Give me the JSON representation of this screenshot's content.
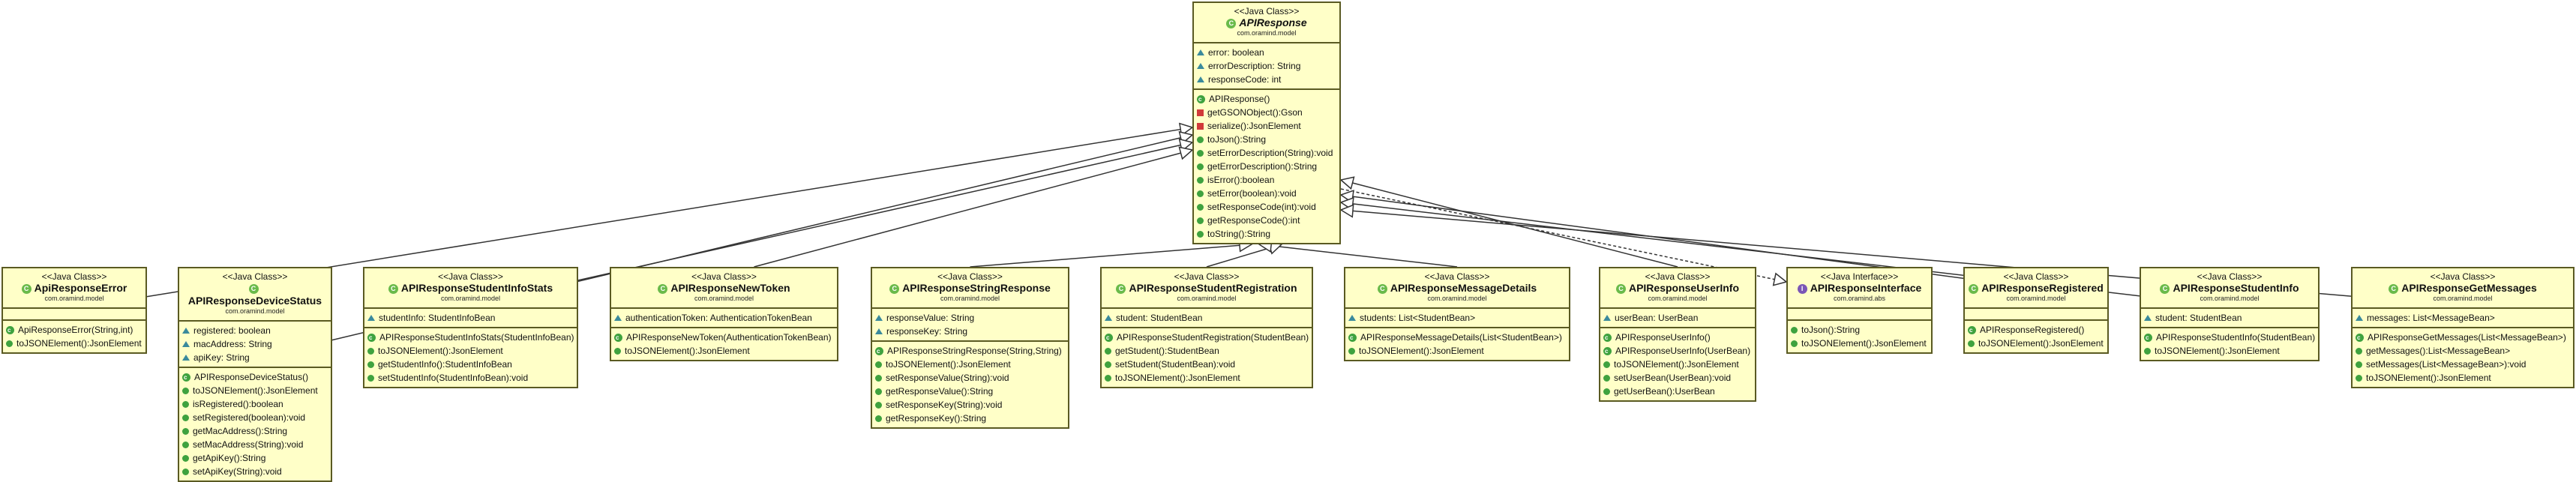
{
  "classes": {
    "apiresponse": {
      "stereotype": "<<Java Class>>",
      "name": "APIResponse",
      "italic": true,
      "kind": "class",
      "package": "com.oramind.model",
      "fields": [
        {
          "vis": "pkg",
          "text": "error: boolean"
        },
        {
          "vis": "pkg",
          "text": "errorDescription: String"
        },
        {
          "vis": "pkg",
          "text": "responseCode: int"
        }
      ],
      "methods": [
        {
          "vis": "ctor",
          "text": "APIResponse()"
        },
        {
          "vis": "priv",
          "text": "getGSONObject():Gson"
        },
        {
          "vis": "priv",
          "text": "serialize():JsonElement"
        },
        {
          "vis": "pub",
          "text": "toJson():String"
        },
        {
          "vis": "pub",
          "text": "setErrorDescription(String):void"
        },
        {
          "vis": "pub",
          "text": "getErrorDescription():String"
        },
        {
          "vis": "pub",
          "text": "isError():boolean"
        },
        {
          "vis": "pub",
          "text": "setError(boolean):void"
        },
        {
          "vis": "pub",
          "text": "setResponseCode(int):void"
        },
        {
          "vis": "pub",
          "text": "getResponseCode():int"
        },
        {
          "vis": "pub",
          "text": "toString():String"
        }
      ]
    },
    "apiresponseerror": {
      "stereotype": "<<Java Class>>",
      "name": "ApiResponseError",
      "italic": false,
      "kind": "class",
      "package": "com.oramind.model",
      "fields": [],
      "methods": [
        {
          "vis": "ctor",
          "text": "ApiResponseError(String,int)"
        },
        {
          "vis": "pub",
          "text": "toJSONElement():JsonElement"
        }
      ]
    },
    "apiresponsedevicestatus": {
      "stereotype": "<<Java Class>>",
      "name": "APIResponseDeviceStatus",
      "italic": false,
      "kind": "class",
      "package": "com.oramind.model",
      "fields": [
        {
          "vis": "pkg",
          "text": "registered: boolean"
        },
        {
          "vis": "pkg",
          "text": "macAddress: String"
        },
        {
          "vis": "pkg",
          "text": "apiKey: String"
        }
      ],
      "methods": [
        {
          "vis": "ctor",
          "text": "APIResponseDeviceStatus()"
        },
        {
          "vis": "pub",
          "text": "toJSONElement():JsonElement"
        },
        {
          "vis": "pub",
          "text": "isRegistered():boolean"
        },
        {
          "vis": "pub",
          "text": "setRegistered(boolean):void"
        },
        {
          "vis": "pub",
          "text": "getMacAddress():String"
        },
        {
          "vis": "pub",
          "text": "setMacAddress(String):void"
        },
        {
          "vis": "pub",
          "text": "getApiKey():String"
        },
        {
          "vis": "pub",
          "text": "setApiKey(String):void"
        }
      ]
    },
    "apiresponsestudentinfostats": {
      "stereotype": "<<Java Class>>",
      "name": "APIResponseStudentInfoStats",
      "italic": false,
      "kind": "class",
      "package": "com.oramind.model",
      "fields": [
        {
          "vis": "pkg",
          "text": "studentInfo: StudentInfoBean"
        }
      ],
      "methods": [
        {
          "vis": "ctor",
          "text": "APIResponseStudentInfoStats(StudentInfoBean)"
        },
        {
          "vis": "pub",
          "text": "toJSONElement():JsonElement"
        },
        {
          "vis": "pub",
          "text": "getStudentInfo():StudentInfoBean"
        },
        {
          "vis": "pub",
          "text": "setStudentInfo(StudentInfoBean):void"
        }
      ]
    },
    "apiresponsenewtoken": {
      "stereotype": "<<Java Class>>",
      "name": "APIResponseNewToken",
      "italic": false,
      "kind": "class",
      "package": "com.oramind.model",
      "fields": [
        {
          "vis": "pkg",
          "text": "authenticationToken: AuthenticationTokenBean"
        }
      ],
      "methods": [
        {
          "vis": "ctor",
          "text": "APIResponseNewToken(AuthenticationTokenBean)"
        },
        {
          "vis": "pub",
          "text": "toJSONElement():JsonElement"
        }
      ]
    },
    "apiresponsestringresponse": {
      "stereotype": "<<Java Class>>",
      "name": "APIResponseStringResponse",
      "italic": false,
      "kind": "class",
      "package": "com.oramind.model",
      "fields": [
        {
          "vis": "pkg",
          "text": "responseValue: String"
        },
        {
          "vis": "pkg",
          "text": "responseKey: String"
        }
      ],
      "methods": [
        {
          "vis": "ctor",
          "text": "APIResponseStringResponse(String,String)"
        },
        {
          "vis": "pub",
          "text": "toJSONElement():JsonElement"
        },
        {
          "vis": "pub",
          "text": "setResponseValue(String):void"
        },
        {
          "vis": "pub",
          "text": "getResponseValue():String"
        },
        {
          "vis": "pub",
          "text": "setResponseKey(String):void"
        },
        {
          "vis": "pub",
          "text": "getResponseKey():String"
        }
      ]
    },
    "apiresponsestudentregistration": {
      "stereotype": "<<Java Class>>",
      "name": "APIResponseStudentRegistration",
      "italic": false,
      "kind": "class",
      "package": "com.oramind.model",
      "fields": [
        {
          "vis": "pkg",
          "text": "student: StudentBean"
        }
      ],
      "methods": [
        {
          "vis": "ctor",
          "text": "APIResponseStudentRegistration(StudentBean)"
        },
        {
          "vis": "pub",
          "text": "getStudent():StudentBean"
        },
        {
          "vis": "pub",
          "text": "setStudent(StudentBean):void"
        },
        {
          "vis": "pub",
          "text": "toJSONElement():JsonElement"
        }
      ]
    },
    "apiresponsemessagedetails": {
      "stereotype": "<<Java Class>>",
      "name": "APIResponseMessageDetails",
      "italic": false,
      "kind": "class",
      "package": "com.oramind.model",
      "fields": [
        {
          "vis": "pkg",
          "text": "students: List<StudentBean>"
        }
      ],
      "methods": [
        {
          "vis": "ctor",
          "text": "APIResponseMessageDetails(List<StudentBean>)"
        },
        {
          "vis": "pub",
          "text": "toJSONElement():JsonElement"
        }
      ]
    },
    "apiresponseuserinfo": {
      "stereotype": "<<Java Class>>",
      "name": "APIResponseUserInfo",
      "italic": false,
      "kind": "class",
      "package": "com.oramind.model",
      "fields": [
        {
          "vis": "pkg",
          "text": "userBean: UserBean"
        }
      ],
      "methods": [
        {
          "vis": "ctor",
          "text": "APIResponseUserInfo()"
        },
        {
          "vis": "ctor",
          "text": "APIResponseUserInfo(UserBean)"
        },
        {
          "vis": "pub",
          "text": "toJSONElement():JsonElement"
        },
        {
          "vis": "pub",
          "text": "setUserBean(UserBean):void"
        },
        {
          "vis": "pub",
          "text": "getUserBean():UserBean"
        }
      ]
    },
    "apiresponseinterface": {
      "stereotype": "<<Java Interface>>",
      "name": "APIResponseInterface",
      "italic": false,
      "kind": "interface",
      "package": "com.oramind.abs",
      "fields": [],
      "methods": [
        {
          "vis": "pub",
          "text": "toJson():String"
        },
        {
          "vis": "pub",
          "text": "toJSONElement():JsonElement"
        }
      ]
    },
    "apiresponseregistered": {
      "stereotype": "<<Java Class>>",
      "name": "APIResponseRegistered",
      "italic": false,
      "kind": "class",
      "package": "com.oramind.model",
      "fields": [],
      "methods": [
        {
          "vis": "ctor",
          "text": "APIResponseRegistered()"
        },
        {
          "vis": "pub",
          "text": "toJSONElement():JsonElement"
        }
      ]
    },
    "apiresponsestudentinfo": {
      "stereotype": "<<Java Class>>",
      "name": "APIResponseStudentInfo",
      "italic": false,
      "kind": "class",
      "package": "com.oramind.model",
      "fields": [
        {
          "vis": "pkg",
          "text": "student: StudentBean"
        }
      ],
      "methods": [
        {
          "vis": "ctor",
          "text": "APIResponseStudentInfo(StudentBean)"
        },
        {
          "vis": "pub",
          "text": "toJSONElement():JsonElement"
        }
      ]
    },
    "apiresponsegetmessages": {
      "stereotype": "<<Java Class>>",
      "name": "APIResponseGetMessages",
      "italic": false,
      "kind": "class",
      "package": "com.oramind.model",
      "fields": [
        {
          "vis": "pkg",
          "text": "messages: List<MessageBean>"
        }
      ],
      "methods": [
        {
          "vis": "ctor",
          "text": "APIResponseGetMessages(List<MessageBean>)"
        },
        {
          "vis": "pub",
          "text": "getMessages():List<MessageBean>"
        },
        {
          "vis": "pub",
          "text": "setMessages(List<MessageBean>):void"
        },
        {
          "vis": "pub",
          "text": "toJSONElement():JsonElement"
        }
      ]
    }
  },
  "edges": [
    {
      "from": "apiresponseerror",
      "to": "apiresponse",
      "kind": "extends"
    },
    {
      "from": "apiresponsedevicestatus",
      "to": "apiresponse",
      "kind": "extends"
    },
    {
      "from": "apiresponsestudentinfostats",
      "to": "apiresponse",
      "kind": "extends"
    },
    {
      "from": "apiresponsenewtoken",
      "to": "apiresponse",
      "kind": "extends"
    },
    {
      "from": "apiresponsestringresponse",
      "to": "apiresponse",
      "kind": "extends"
    },
    {
      "from": "apiresponsestudentregistration",
      "to": "apiresponse",
      "kind": "extends"
    },
    {
      "from": "apiresponsemessagedetails",
      "to": "apiresponse",
      "kind": "extends"
    },
    {
      "from": "apiresponseuserinfo",
      "to": "apiresponse",
      "kind": "extends"
    },
    {
      "from": "apiresponse",
      "to": "apiresponseinterface",
      "kind": "implements"
    },
    {
      "from": "apiresponseregistered",
      "to": "apiresponse",
      "kind": "extends"
    },
    {
      "from": "apiresponsestudentinfo",
      "to": "apiresponse",
      "kind": "extends"
    },
    {
      "from": "apiresponsegetmessages",
      "to": "apiresponse",
      "kind": "extends"
    }
  ]
}
